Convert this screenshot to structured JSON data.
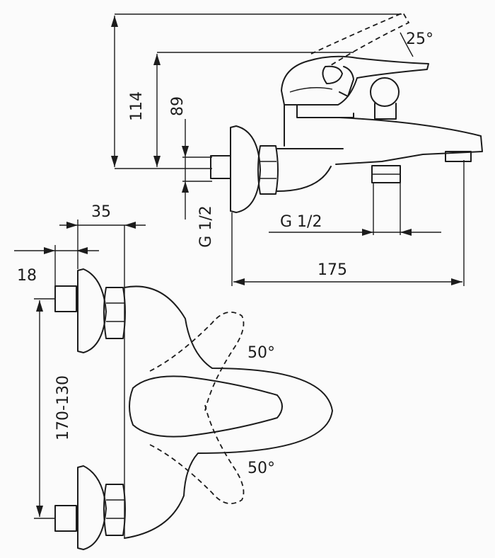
{
  "dimensions": {
    "height_spout": "114",
    "height_lever": "89",
    "inlet_thread_vertical": "G 1/2",
    "outlet_thread": "G 1/2",
    "total_length": "175",
    "flange_depth": "35",
    "nut_depth": "18",
    "center_distance": "170-130",
    "lever_tilt_angle": "25°",
    "rotation_angle_top": "50°",
    "rotation_angle_bottom": "50°"
  }
}
